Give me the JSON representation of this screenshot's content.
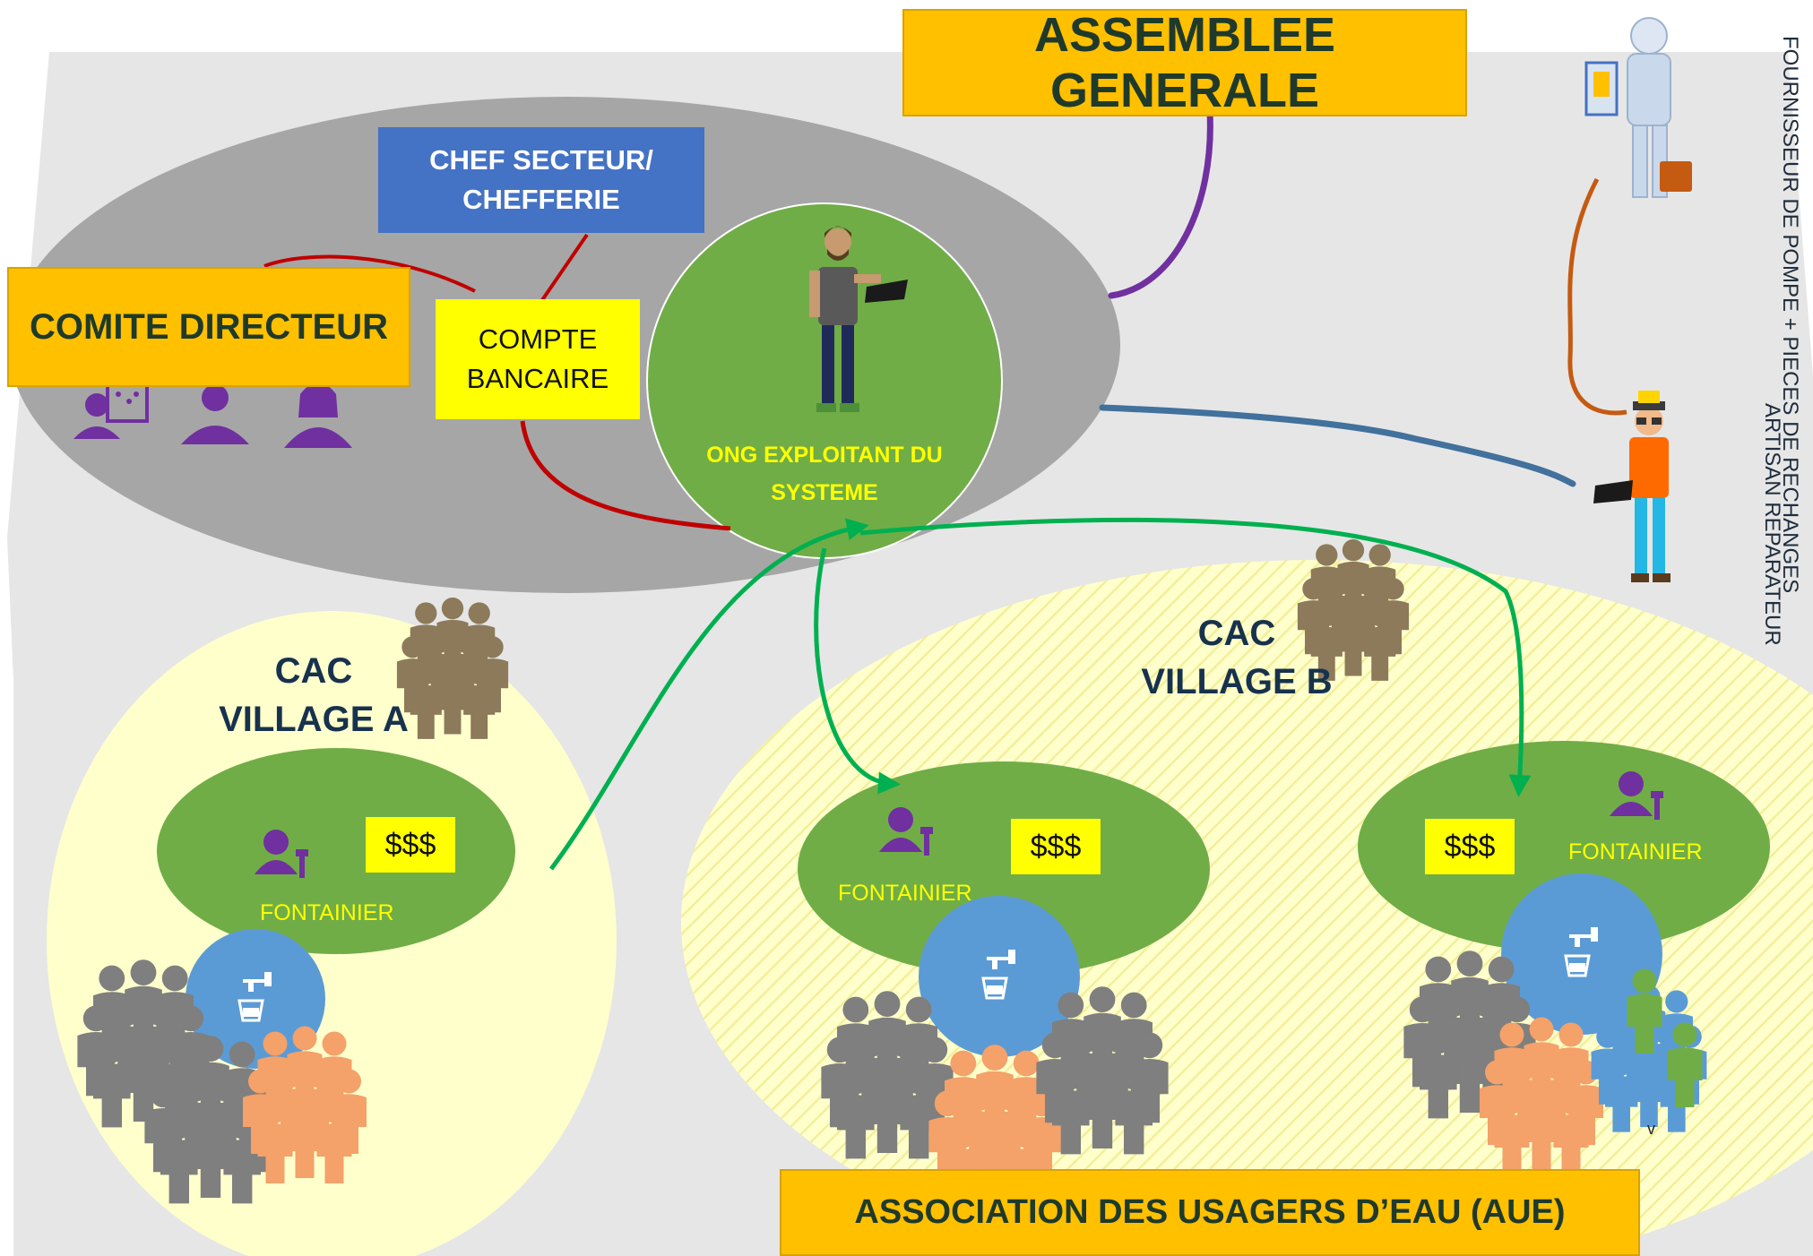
{
  "colors": {
    "background_panel": "#e6e6e6",
    "governance_ellipse": "#a6a6a6",
    "village_area": "#ffffcc",
    "green": "#70ad47",
    "water_tap": "#5b9bd5",
    "orange_box": "#ffc000",
    "blue_box": "#4472c4",
    "yellow_box": "#ffff00",
    "purple": "#7030a0",
    "arrow_green": "#00b050",
    "link_red": "#c00000",
    "link_purple": "#7030a0",
    "link_brown": "#c55a11",
    "link_blue": "#41719c"
  },
  "titles": {
    "assemblee": "ASSEMBLEE GENERALE",
    "comite": "COMITE DIRECTEUR",
    "chef": "CHEF SECTEUR/ CHEFFERIE",
    "compte": "COMPTE BANCAIRE",
    "ong": "ONG EXPLOITANT  DU SYSTEME",
    "aue": "ASSOCIATION DES USAGERS D’EAU (AUE)"
  },
  "side_actors": {
    "fournisseur": "FOURNISSEUR DE POMPE + PIECES DE RECHANGES",
    "artisan": "ARTISAN REPARATEUR"
  },
  "villages": [
    {
      "cac_line1": "CAC",
      "cac_line2": "VILLAGE A",
      "money": "$$$",
      "role": "FONTAINIER"
    },
    {
      "cac_line1": "CAC",
      "cac_line2": "VILLAGE B",
      "money": "$$$",
      "role": "FONTAINIER"
    },
    {
      "money": "$$$",
      "role": "FONTAINIER"
    }
  ],
  "stray_mark": "v",
  "icons": [
    "manager-at-board-icon",
    "person-icon",
    "woman-icon",
    "developer-with-laptop-icon",
    "supplier-with-case-icon",
    "hipster-with-laptop-icon",
    "crowd-icon",
    "technician-icon",
    "water-tap-icon"
  ]
}
